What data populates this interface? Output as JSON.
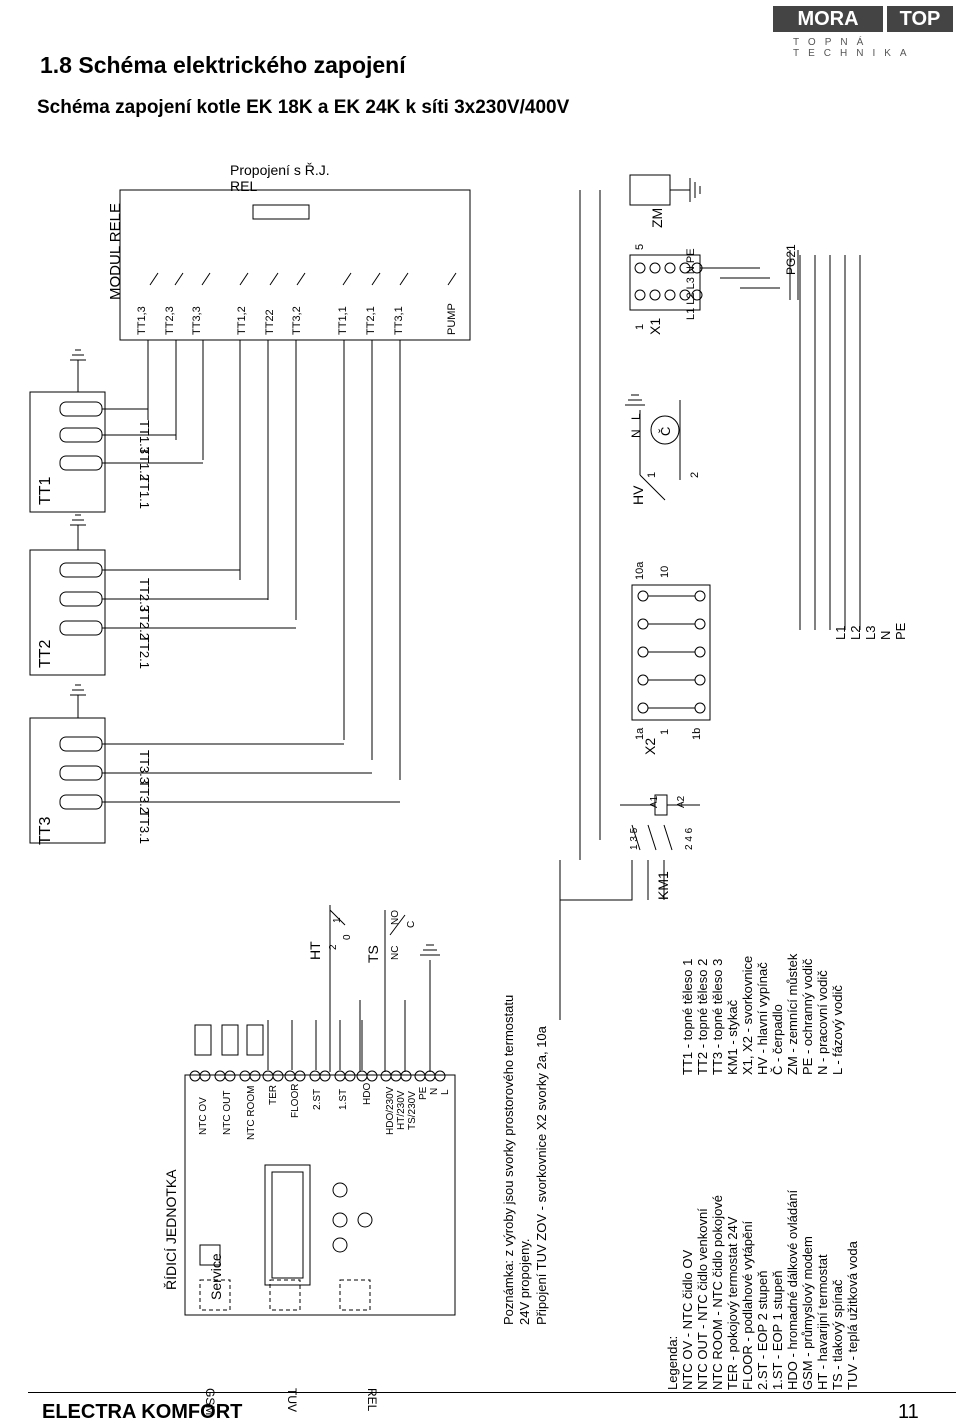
{
  "header": {
    "section_title": "1.8 Schéma elektrického zapojení",
    "subtitle": "Schéma zapojení kotle EK 18K a EK 24K k síti 3x230V/400V"
  },
  "logo": {
    "left": "MORA",
    "right": "TOP",
    "tagline": "TOPNÁ TECHNIKA"
  },
  "footer": {
    "product": "ELECTRA KOMFORT",
    "page": "11"
  },
  "relay_module": {
    "label": "MODUL RELE",
    "connection_label": "Propojení s Ř.J.",
    "connection_sub": "REL",
    "terminals": [
      "TT1,3",
      "TT2,3",
      "TT3,3",
      "TT1,2",
      "TT22",
      "TT3,2",
      "TT1,1",
      "TT2,1",
      "TT3,1",
      "PUMP"
    ]
  },
  "heaters": [
    {
      "name": "TT1",
      "elements": [
        "TT1.1",
        "TT1.2",
        "TT1.3"
      ]
    },
    {
      "name": "TT2",
      "elements": [
        "TT2.1",
        "TT2.2",
        "TT2.3"
      ]
    },
    {
      "name": "TT3",
      "elements": [
        "TT3.1",
        "TT3.2",
        "TT3.3"
      ]
    }
  ],
  "terminal_x1": {
    "name": "X1",
    "first": "1",
    "last": "5",
    "zm": "ZM",
    "phases": "L1 L2 L3 N PE",
    "gland": "PG21"
  },
  "supply_lines": [
    "L1",
    "L2",
    "L3",
    "N",
    "PE"
  ],
  "main_switch": {
    "name": "HV",
    "pin1": "1",
    "pin2": "2",
    "n": "N",
    "l": "L",
    "pump": "Č"
  },
  "terminal_x2": {
    "name": "X2",
    "t1a": "1a",
    "t1": "1",
    "t1b": "1b",
    "t10a": "10a",
    "t10": "10"
  },
  "contactor": {
    "name": "KM1",
    "top_pins": "1 3 5",
    "bottom_pins": "2 4 6",
    "a1": "A1",
    "a2": "A2"
  },
  "emergency_thermostat": {
    "name": "HT",
    "p2": "2",
    "p0": "0",
    "p1": "1"
  },
  "pressure_switch": {
    "name": "TS",
    "nc": "NC",
    "c": "C",
    "no": "NO"
  },
  "control_unit": {
    "name": "ŘÍDICÍ JEDNOTKA",
    "service": "Service",
    "slots": [
      "GSM",
      "TUV",
      "REL"
    ],
    "inputs": [
      "NTC OV",
      "NTC OUT",
      "NTC ROOM",
      "TER",
      "FLOOR",
      "2.ST",
      "1.ST",
      "HDO"
    ],
    "power_terminals": [
      "HDO/230V",
      "HT/230V",
      "TS/230V",
      "PE",
      "N",
      "L"
    ]
  },
  "note": {
    "line1": "Poznámka: z výroby jsou svorky prostorového termostatu",
    "line2": "24V propojeny.",
    "line3": "Připojení TUV ZOV - svorkovnice X2 svorky 2a, 10a"
  },
  "legend_left": [
    "Legenda:",
    "NTC OV - NTC čidlo OV",
    "NTC OUT - NTC čidlo venkovní",
    "NTC ROOM - NTC čidlo pokojové",
    "TER - pokojový termostat 24V",
    "FLOOR - podlahové vytápění",
    "2.ST - EOP 2 stupeň",
    "1.ST - EOP 1 stupeň",
    "HDO - hromadné dálkové ovládání",
    "GSM - průmyslový modem",
    "HT - havarijní termostat",
    "TS - tlakový spínač",
    "TUV - teplá užitková voda"
  ],
  "legend_right": [
    "TT1 - topné těleso 1",
    "TT2 - topné těleso 2",
    "TT3 - topné těleso 3",
    "KM1 - stykač",
    "X1, X2 - svorkovnice",
    "HV - hlavní vypínač",
    "Č - čerpadlo",
    "ZM - zemnící můstek",
    "PE - ochranný vodič",
    "N - pracovní vodič",
    "L - fázový vodič"
  ]
}
